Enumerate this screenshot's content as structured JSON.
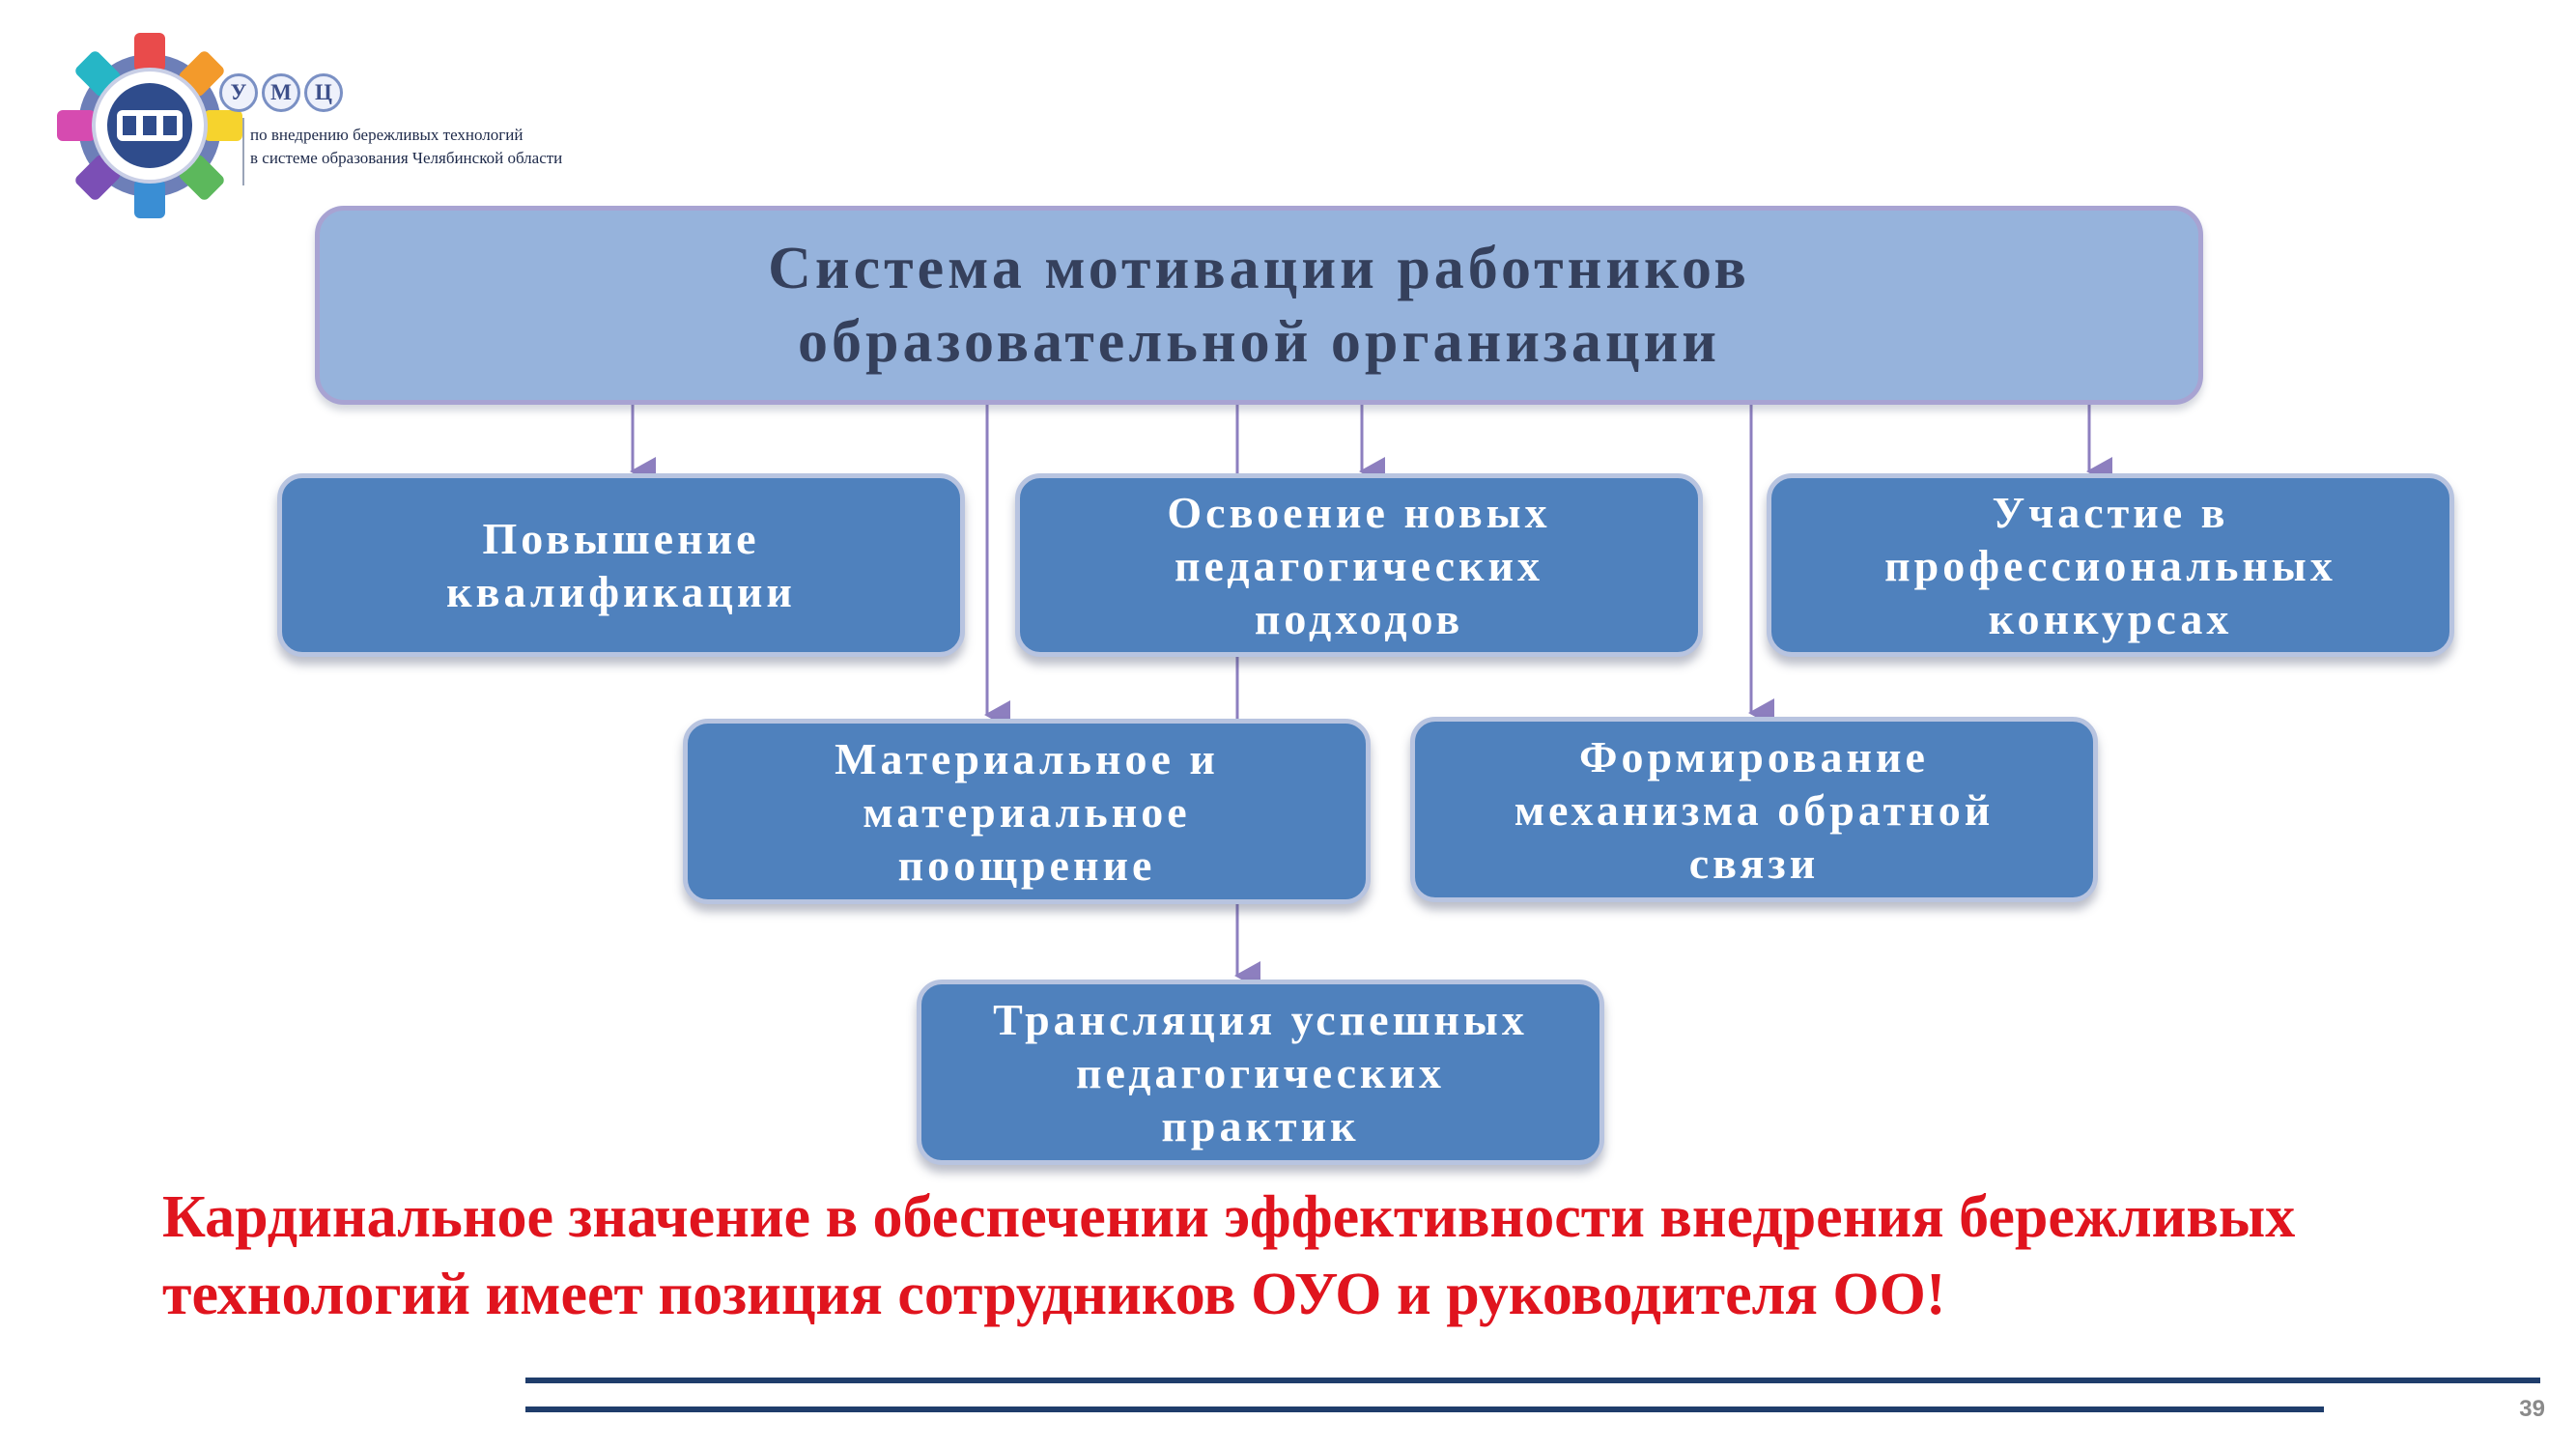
{
  "logo": {
    "letters": [
      "У",
      "М",
      "Ц"
    ],
    "caption_line1": "по внедрению бережливых технологий",
    "caption_line2": "в системе образования Челябинской области",
    "gear_colors": [
      "#e94b4b",
      "#f39a2b",
      "#f6d32d",
      "#5cb85c",
      "#3a8ed4",
      "#7b4fb5",
      "#d64bb0",
      "#26b6c6"
    ]
  },
  "diagram": {
    "root": "Система мотивации работников\nобразовательной организации",
    "nodes": [
      {
        "id": "qualification",
        "label": "Повышение\nквалификации"
      },
      {
        "id": "new-approaches",
        "label": "Освоение новых\nпедагогических\nподходов"
      },
      {
        "id": "competitions",
        "label": "Участие в\nпрофессиональных\nконкурсах"
      },
      {
        "id": "material-incentive",
        "label": "Материальное и\nматериальное\nпоощрение"
      },
      {
        "id": "feedback",
        "label": "Формирование\nмеханизма обратной\nсвязи"
      },
      {
        "id": "practices",
        "label": "Трансляция успешных\nпедагогических\nпрактик"
      }
    ],
    "edges": [
      [
        "root",
        "qualification"
      ],
      [
        "root",
        "new-approaches"
      ],
      [
        "root",
        "competitions"
      ],
      [
        "root",
        "material-incentive"
      ],
      [
        "root",
        "feedback"
      ],
      [
        "root",
        "practices"
      ]
    ],
    "colors": {
      "root_fill": "#96b3dc",
      "root_text": "#35405c",
      "node_fill": "#4f81bd",
      "node_text": "#ffffff",
      "connector": "#8d7fbf"
    }
  },
  "footer": {
    "text": "Кардинальное значение в обеспечении эффективности внедрения бережливых\nтехнологий имеет позиция сотрудников ОУО и руководителя ОО!",
    "color": "#e0141e"
  },
  "page_number": "39"
}
